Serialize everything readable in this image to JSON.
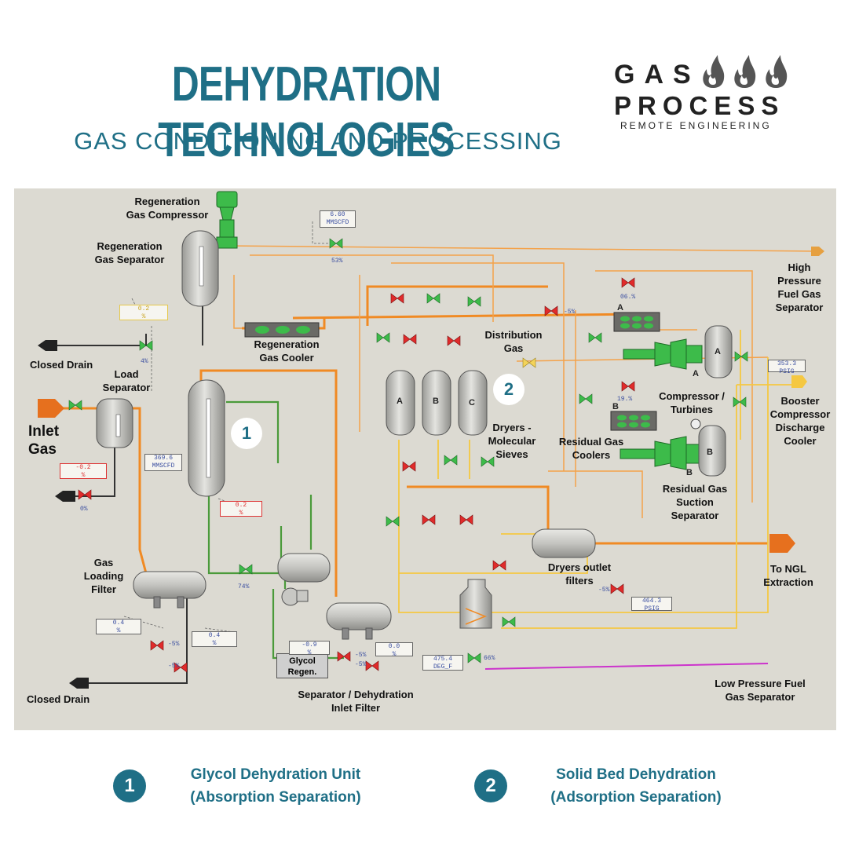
{
  "header": {
    "title": "DEHYDRATION TECHNOLOGIES",
    "subtitle": "GAS CONDITIONING AND PROCESSING"
  },
  "logo": {
    "line1": "GAS",
    "line2": "PROCESS",
    "line3": "REMOTE ENGINEERING",
    "icon": "flame-icon"
  },
  "diagram": {
    "labels": {
      "regen_compressor": "Regeneration\nGas Compressor",
      "regen_separator": "Regeneration\nGas Separator",
      "regen_cooler": "Regeneration\nGas Cooler",
      "closed_drain_top": "Closed Drain",
      "load_separator": "Load\nSeparator",
      "inlet_gas": "Inlet\nGas",
      "glycol_regen": "Glycol\nRegen.",
      "gas_loading_filter": "Gas\nLoading\nFilter",
      "closed_drain_bottom": "Closed Drain",
      "separator_filter": "Separator / Dehydration\nInlet Filter",
      "distribution_gas": "Distribution\nGas",
      "dryers": "Dryers -\nMolecular\nSieves",
      "dryers_outlet": "Dryers outlet\nfilters",
      "hp_fuel_gas": "High\nPressure\nFuel Gas\nSeparator",
      "compressor_turbines": "Compressor /\nTurbines",
      "residual_coolers": "Residual Gas\nCoolers",
      "residual_suction": "Residual Gas\nSuction\nSeparator",
      "booster_cooler": "Booster\nCompressor\nDischarge\nCooler",
      "to_ngl": "To NGL\nExtraction",
      "lp_fuel_gas": "Low Pressure Fuel\nGas Separator"
    },
    "vessel_letters": {
      "dryer_a": "A",
      "dryer_b": "B",
      "dryer_c": "C",
      "comp_a": "A",
      "comp_b": "B",
      "cooler_a": "A",
      "cooler_b": "B",
      "turb_a": "A",
      "turb_b": "B"
    },
    "readouts": {
      "compressor_flow": "6.60\nMMSCFD",
      "regen_sep": "0.2\n%",
      "inlet_flow": "369.6\nMMSCFD",
      "load_sep": "-0.2\n%",
      "glycol_level": "0.2\n%",
      "filter_left": "0.4\n%",
      "filter_right": "0.4\n%",
      "sep_left": "-0.9\n%",
      "sep_right": "0.0\n%",
      "heater_temp": "475.4\nDEG_F",
      "outlet_press": "464.3\nPSIG",
      "booster_press": "353.3\nPSIG"
    },
    "valve_pcts": {
      "compressor": "53%",
      "regen_drain": "4%",
      "load_drain": "0%",
      "glycol": "74%",
      "filter_1": "-5%",
      "filter_2": "-5%",
      "sep_1": "-5%",
      "sep_2": "-5%",
      "distribution": "-5%",
      "comp_a": "06.%",
      "comp_b": "19.%",
      "outlet": "-5%",
      "heater": "66%"
    },
    "callouts": {
      "one": "1",
      "two": "2"
    }
  },
  "legend": [
    {
      "num": "1",
      "text": "Glycol Dehydration Unit\n(Absorption Separation)"
    },
    {
      "num": "2",
      "text": "Solid Bed Dehydration\n(Adsorption Separation)"
    }
  ],
  "colors": {
    "brand": "#1f6f86",
    "orange_line": "#f08a24",
    "yellow_line": "#f5c842",
    "green_line": "#4a9a3a",
    "magenta_line": "#cc33cc",
    "valve_green": "#3dbb4a",
    "valve_red": "#e02b2b",
    "panel": "#dcdad2"
  }
}
